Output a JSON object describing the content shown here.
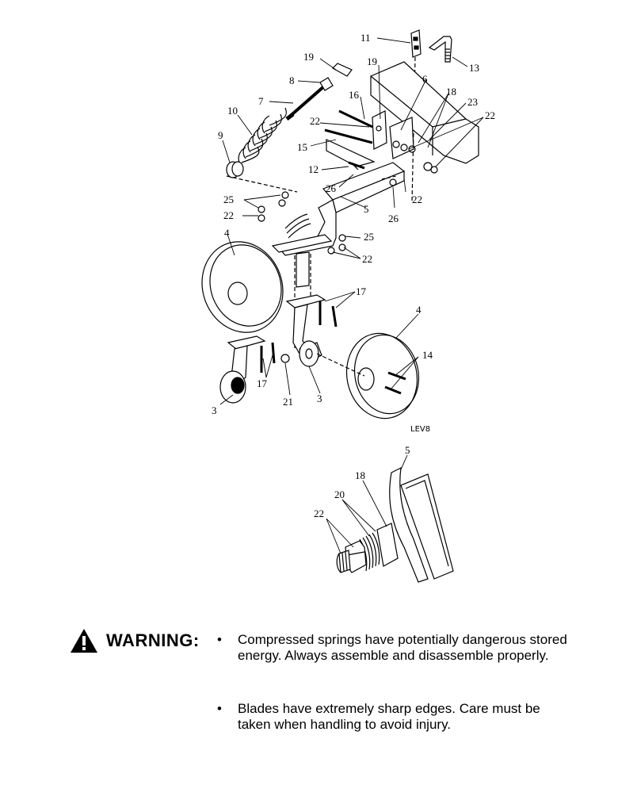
{
  "diagram": {
    "labels": {
      "l11": "11",
      "l13": "13",
      "l19a": "19",
      "l19b": "19",
      "l8": "8",
      "l6": "6",
      "l18": "18",
      "l16": "16",
      "l23": "23",
      "l7": "7",
      "l22a": "22",
      "l10": "10",
      "l22b": "22",
      "l9": "9",
      "l15": "15",
      "l12": "12",
      "l26a": "26",
      "l22c": "22",
      "l25a": "25",
      "l5": "5",
      "l26b": "26",
      "l22d": "22",
      "l25b": "25",
      "l4a": "4",
      "l22e": "22",
      "l17a": "17",
      "l4b": "4",
      "l14": "14",
      "l17b": "17",
      "l3a": "3",
      "l21": "21",
      "l3b": "3"
    },
    "drawing_code": "LEV8",
    "detail_labels": {
      "d5": "5",
      "d18": "18",
      "d20": "20",
      "d22": "22"
    }
  },
  "warning": {
    "title": "WARNING:",
    "bullets": [
      "Compressed springs have potentially dangerous stored energy.  Always assemble and disassemble properly.",
      "Blades have extremely sharp edges.  Care must be taken when handling to avoid injury."
    ],
    "bullet_char": "•"
  }
}
